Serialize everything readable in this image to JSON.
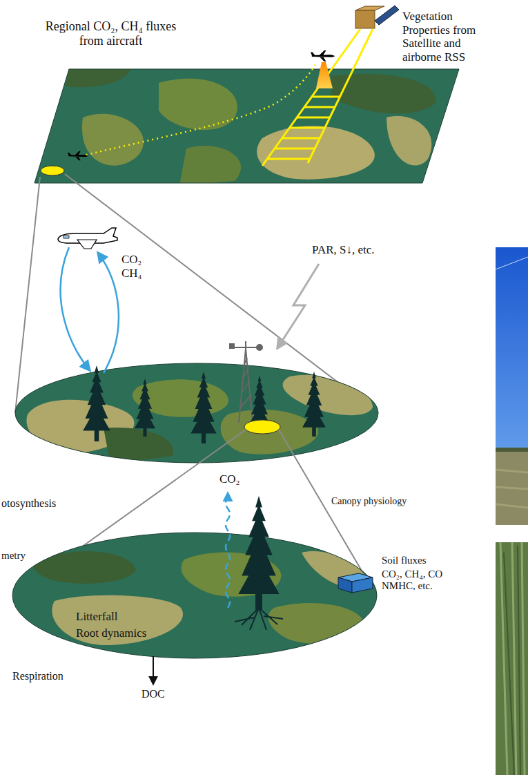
{
  "diagram": {
    "nodes": [
      {
        "text": [
          "Litterfall",
          "Root dynamics"
        ]
      }
    ],
    "labels": [
      "Regional CO₂, CH₄ fluxes from aircraft",
      "Vegetation Properties from Satellite and airborne RSS",
      "PAR, S↓, etc.",
      "CO₂ CH₄",
      "otosynthesis",
      "CO₂",
      "Canopy physiology",
      "metry",
      "Soil fluxes",
      "CO₂, CH₄, CO NMHC, etc.",
      "Respiration",
      "DOC"
    ]
  }
}
